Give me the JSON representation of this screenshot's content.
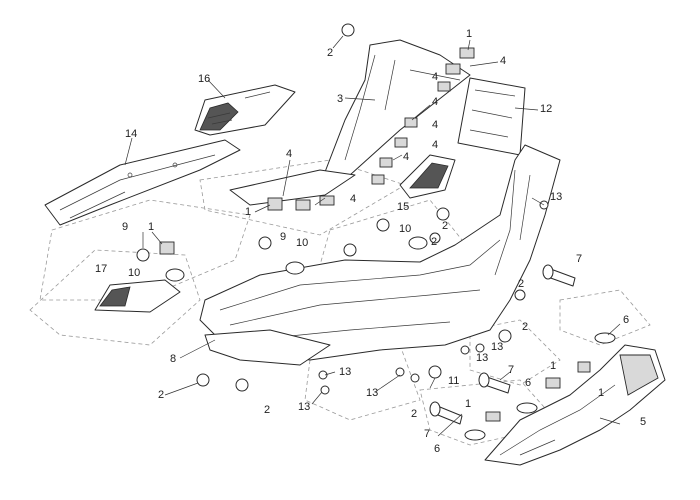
{
  "callouts": [
    {
      "id": "c-2a",
      "label": "2"
    },
    {
      "id": "c-1a",
      "label": "1"
    },
    {
      "id": "c-4a",
      "label": "4"
    },
    {
      "id": "c-16",
      "label": "16"
    },
    {
      "id": "c-3",
      "label": "3"
    },
    {
      "id": "c-12",
      "label": "12"
    },
    {
      "id": "c-4b",
      "label": "4"
    },
    {
      "id": "c-4c",
      "label": "4"
    },
    {
      "id": "c-14",
      "label": "14"
    },
    {
      "id": "c-4d",
      "label": "4"
    },
    {
      "id": "c-4e",
      "label": "4"
    },
    {
      "id": "c-4f",
      "label": "4"
    },
    {
      "id": "c-4g",
      "label": "4"
    },
    {
      "id": "c-1b",
      "label": "1"
    },
    {
      "id": "c-4h",
      "label": "4"
    },
    {
      "id": "c-15",
      "label": "15"
    },
    {
      "id": "c-13a",
      "label": "13"
    },
    {
      "id": "c-9a",
      "label": "9"
    },
    {
      "id": "c-1c",
      "label": "1"
    },
    {
      "id": "c-9b",
      "label": "9"
    },
    {
      "id": "c-2b",
      "label": "2"
    },
    {
      "id": "c-10a",
      "label": "10"
    },
    {
      "id": "c-10b",
      "label": "10"
    },
    {
      "id": "c-2c",
      "label": "2"
    },
    {
      "id": "c-7a",
      "label": "7"
    },
    {
      "id": "c-17",
      "label": "17"
    },
    {
      "id": "c-10c",
      "label": "10"
    },
    {
      "id": "c-2d",
      "label": "2"
    },
    {
      "id": "c-6a",
      "label": "6"
    },
    {
      "id": "c-2e",
      "label": "2"
    },
    {
      "id": "c-8",
      "label": "8"
    },
    {
      "id": "c-13b",
      "label": "13"
    },
    {
      "id": "c-13c",
      "label": "13"
    },
    {
      "id": "c-1d",
      "label": "1"
    },
    {
      "id": "c-13d",
      "label": "13"
    },
    {
      "id": "c-11",
      "label": "11"
    },
    {
      "id": "c-7b",
      "label": "7"
    },
    {
      "id": "c-6b",
      "label": "6"
    },
    {
      "id": "c-1e",
      "label": "1"
    },
    {
      "id": "c-2f",
      "label": "2"
    },
    {
      "id": "c-2g",
      "label": "2"
    },
    {
      "id": "c-13e",
      "label": "13"
    },
    {
      "id": "c-13f",
      "label": "13"
    },
    {
      "id": "c-2h",
      "label": "2"
    },
    {
      "id": "c-1f",
      "label": "1"
    },
    {
      "id": "c-7c",
      "label": "7"
    },
    {
      "id": "c-6c",
      "label": "6"
    },
    {
      "id": "c-5",
      "label": "5"
    }
  ]
}
